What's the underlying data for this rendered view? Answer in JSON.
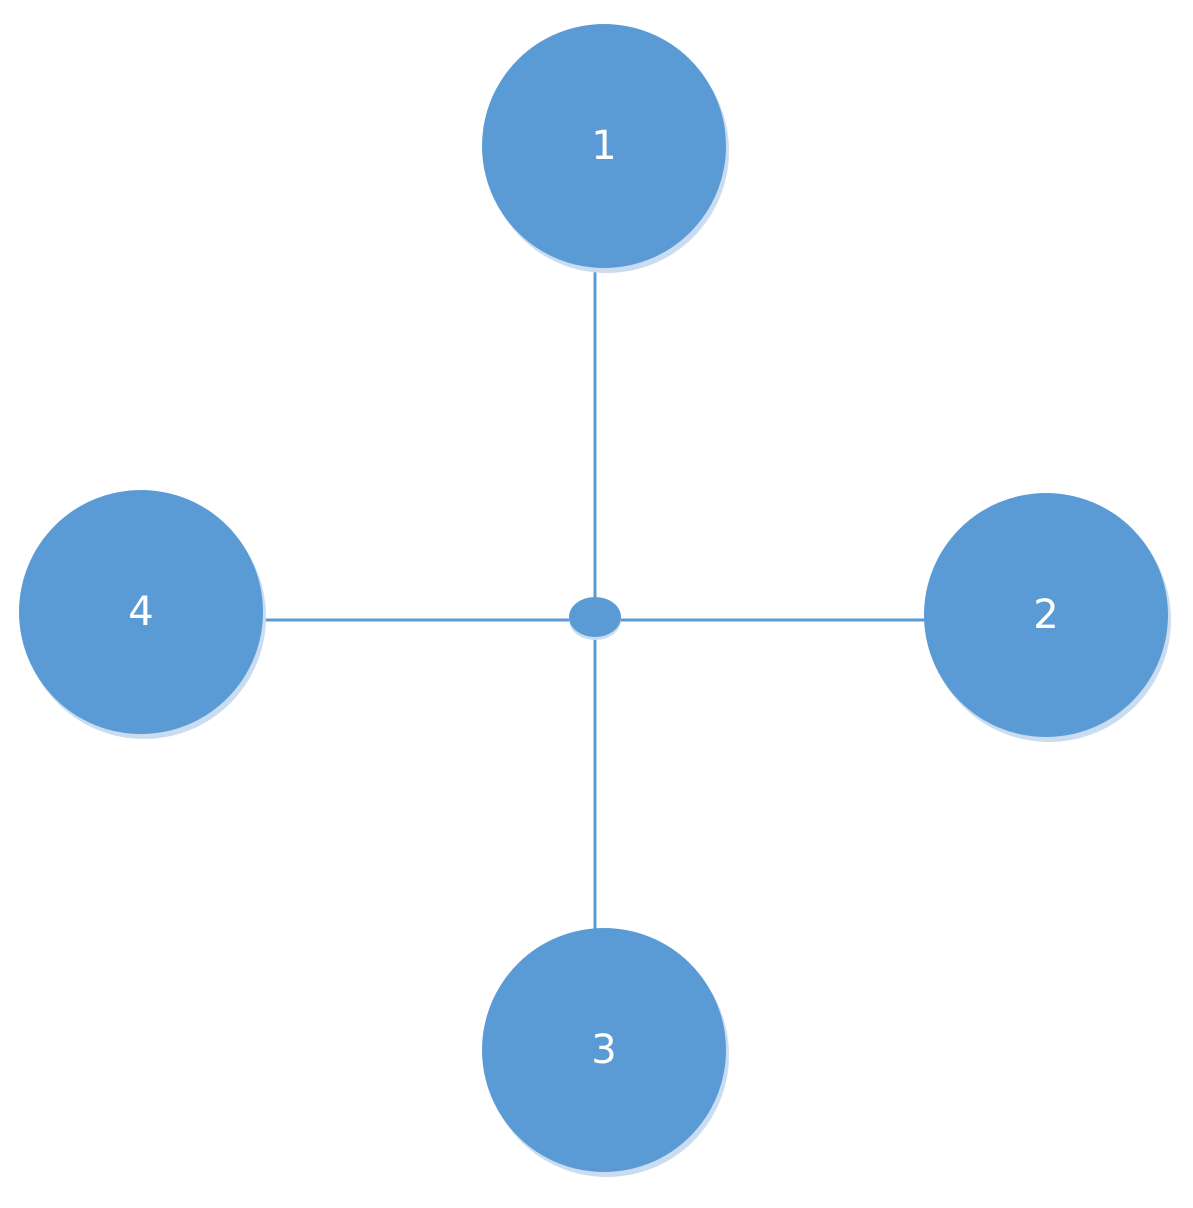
{
  "colors": {
    "node_fill": "#5b9bd5",
    "node_shadow": "#c9dcf0",
    "edge": "#5b9bd5",
    "label": "#ffffff",
    "background": "#ffffff"
  },
  "hub": {
    "label": ""
  },
  "nodes": [
    {
      "id": "node-1",
      "label": "1",
      "position": "top"
    },
    {
      "id": "node-2",
      "label": "2",
      "position": "right"
    },
    {
      "id": "node-3",
      "label": "3",
      "position": "bottom"
    },
    {
      "id": "node-4",
      "label": "4",
      "position": "left"
    }
  ],
  "edges": [
    {
      "from": "hub",
      "to": "node-1"
    },
    {
      "from": "hub",
      "to": "node-2"
    },
    {
      "from": "hub",
      "to": "node-3"
    },
    {
      "from": "hub",
      "to": "node-4"
    }
  ]
}
